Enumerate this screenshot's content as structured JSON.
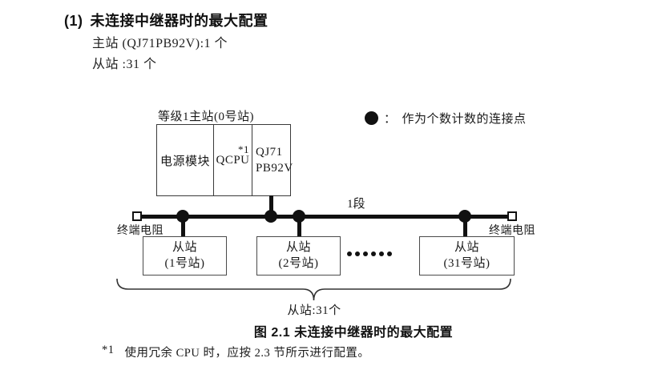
{
  "colors": {
    "ink": "#1a1a1a",
    "line": "#111111",
    "box_border": "#4a4a4a"
  },
  "header": {
    "heading_number": "(1)",
    "heading_title": "未连接中继器时的最大配置",
    "master_count_line": "主站 (QJ71PB92V):1 个",
    "slave_count_line": "从站 :31 个"
  },
  "diagram": {
    "master_station_label": "等级1主站(0号站)",
    "master_cells": {
      "power_module": "电源模块",
      "cpu": "QCPU",
      "cpu_footnote_marker": "*1",
      "module_line1": "QJ71",
      "module_line2": "PB92V"
    },
    "legend": {
      "separator": "：",
      "text": "作为个数计数的连接点"
    },
    "segment_label": "1段",
    "terminator_left_label": "终端电阻",
    "terminator_right_label": "终端电阻",
    "slaves": [
      {
        "line1": "从站",
        "line2": "(1号站)"
      },
      {
        "line1": "从站",
        "line2": "(2号站)"
      },
      {
        "line1": "从站",
        "line2": "(31号站)"
      }
    ],
    "brace_label": "从站:31个"
  },
  "caption": "图 2.1 未连接中继器时的最大配置",
  "footnote": {
    "marker": "*1",
    "text": "使用冗余 CPU 时，应按 2.3 节所示进行配置。"
  }
}
